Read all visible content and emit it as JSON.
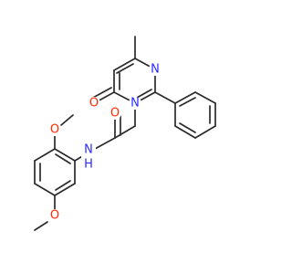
{
  "molecule": {
    "colors": {
      "bond": "#2b2b2b",
      "oxygen": "#ff2a00",
      "nitrogen": "#2a2aff",
      "background": "#ffffff"
    },
    "atom_labels": {
      "o_carbonyl_ring": "O",
      "n1_ring": "N",
      "n3_ring": "N",
      "o_amide": "O",
      "n_amide": "N",
      "h_amide": "H",
      "o_methoxy_top": "O",
      "o_methoxy_bottom": "O"
    }
  }
}
